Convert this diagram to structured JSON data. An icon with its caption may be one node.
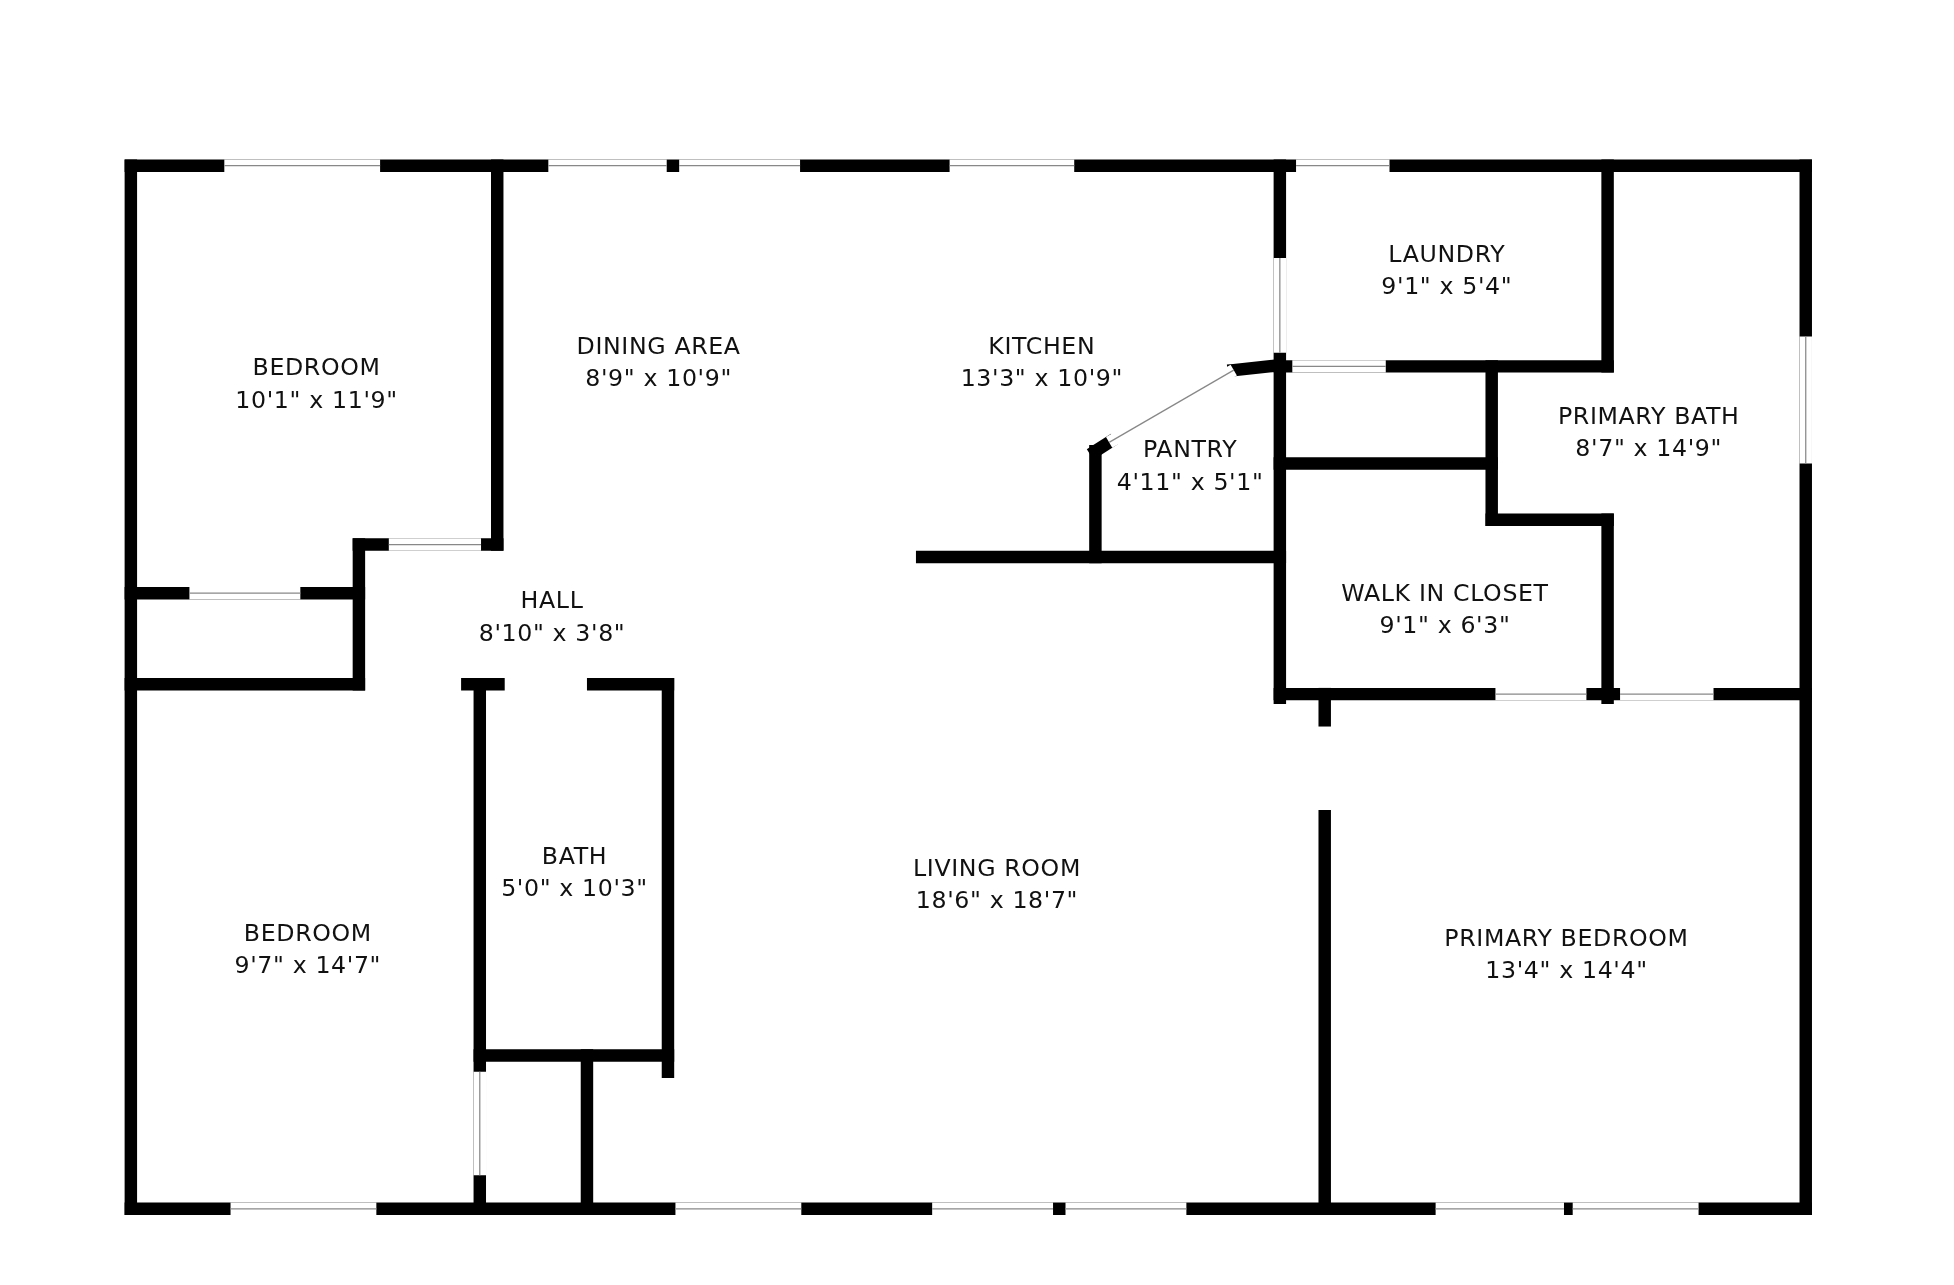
{
  "diagram": {
    "nodes": [
      {
        "text": [
          "BEDROOM",
          "10'1\" x 11'9\""
        ]
      },
      {
        "text": [
          "DINING AREA",
          "8'9\" x 10'9\""
        ]
      },
      {
        "text": [
          "KITCHEN",
          "13'3\" x 10'9\""
        ]
      },
      {
        "text": [
          "LAUNDRY",
          "9'1\" x 5'4\""
        ]
      },
      {
        "text": [
          "PANTRY",
          "4'11\" x 5'1\""
        ]
      },
      {
        "text": [
          "PRIMARY BATH",
          "8'7\" x 14'9\""
        ]
      },
      {
        "text": [
          "HALL",
          "8'10\" x 3'8\""
        ]
      },
      {
        "text": [
          "WALK IN CLOSET",
          "9'1\" x 6'3\""
        ]
      },
      {
        "text": [
          "BATH",
          "5'0\" x 10'3\""
        ]
      },
      {
        "text": [
          "BEDROOM",
          "9'7\" x 14'7\""
        ]
      },
      {
        "text": [
          "LIVING ROOM",
          "18'6\" x 18'7\""
        ]
      },
      {
        "text": [
          "PRIMARY BEDROOM",
          "13'4\" x 14'4\""
        ]
      }
    ]
  }
}
